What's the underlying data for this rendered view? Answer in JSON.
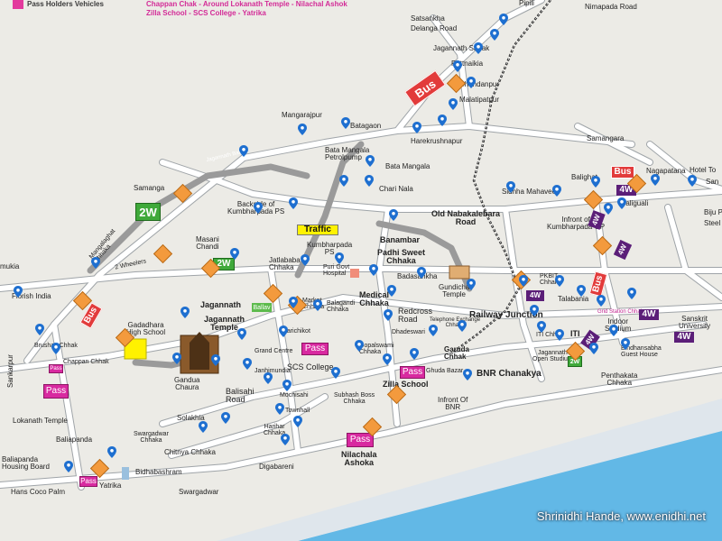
{
  "legend": {
    "header_gray": "Pass Holders Vehicles",
    "header_pink_1": "Chappan Chak - Around Lokanath Temple - Nilachal Ashok",
    "header_pink_2": "Zilla School - SCS College - Yatrika"
  },
  "credit": "Shrinidhi Hande, www.enidhi.net",
  "places": {
    "pipili": "Pipili",
    "nimapada_road": "Nimapada Road",
    "satsankha": "Satsankha",
    "delanga_road": "Delanga Road",
    "jagannath_sadak": "Jagannath Sadak",
    "pattnaikia": "Pattnaikia",
    "chandanpur": "Chandanpur",
    "malatipatpur": "Malatipatpur",
    "mangarajpur": "Mangarajpur",
    "batagaon": "Batagaon",
    "harekrushnapur": "Harekrushnapur",
    "samangara_e": "Samangara",
    "bata_mangala_petrolpump": "Bata Mangala\nPetrolpump",
    "bata_mangala": "Bata Mangala",
    "jagannath_ballav_road": "Jagannath Ballav",
    "chari_nala": "Chari Nala",
    "balighat": "Balighat",
    "nagapatana": "Nagapatana",
    "hotel_to": "Hotel To",
    "san": "San",
    "sidhha_mahaveer": "Sidhha Mahaveer",
    "baliguali": "Baliguali",
    "biju_p": "Biju P",
    "steel": "Steel",
    "samanga_w": "Samanga",
    "backside_kumbharpada": "Backside of\nKumbharpada PS",
    "old_nabakalebara": "Old Nabakalebara\nRoad",
    "infront_kumbharpada_op": "Infront of\nKumbharpada OP",
    "traffic": "Traffic",
    "kumbharpada_ps": "Kumbharpada\nPS",
    "banambar": "Banambar",
    "padhi_sweet_chhaka": "Padhi Sweet\nChhaka",
    "mangalaghat_chhaka": "Mangalaghat\nChhaka",
    "masani_chandi": "Masani\nChandi",
    "two_wheelers": "2 Wheelers",
    "jatlababa_chhaka": "Jatlababa\nChhaka",
    "puri_govt_hospital": "Puri Govt\nHospital",
    "badasankha": "Badasankha",
    "gundicha_temple": "Gundicha\nTemple",
    "pkbit_chhaka": "PKBIT\nChhaka",
    "mukia": "mukia",
    "florish_india": "Florish India",
    "jagannath_top": "Jagannath",
    "jagannath_temple": "Jagannath\nTemple",
    "ballav": "Ballav",
    "market_chhaka": "Market\nChhaka",
    "balagandi_chhaka": "Balagandi\nChhaka",
    "medical_chhaka": "Medical\nChhaka",
    "redcross_road": "Redcross\nRoad",
    "telephone_exchange": "Telephone Exchange\nChhaka",
    "railway_junction": "Railway Junction",
    "talabania": "Talabania",
    "grid_station_chhaka": "Grid Station Chhaka",
    "indoor_stadium": "Indoor\nStadium",
    "sanskrit_university": "Sanskrit\nUniversity",
    "gadadhara_high_school": "Gadadhara\nHigh School",
    "marichikot": "Marichikot",
    "brushav_chhak": "Brushav Chhak",
    "chappan_chhak": "Chappan Chhak",
    "grand_centre": "Grand Centre",
    "gopalswami_chhaka": "Gopalswami\nChhaka",
    "dhadeswari": "Dhadeswari",
    "garuda_chhak": "Garuda\nChhak",
    "iti_chhak": "ITI Chhak",
    "iti": "ITI",
    "bindhansabha_guest_house": "Bindhansabha\nGuest House",
    "scs_college": "SCS College",
    "jagannath_open_studium": "Jagannath\nOpen Studium",
    "sankarpur": "Sankarpur",
    "gandua_chaura": "Gandua\nChaura",
    "janhimundia": "Janhimundia",
    "ghuda_bazar": "Ghuda Bazar",
    "zilla_school": "Zilla School",
    "bnr_chanakya": "BNR Chanakya",
    "penthakata_chhaka": "Penthakata\nChhaka",
    "balisahi_road": "Balisahi\nRoad",
    "mochisahi": "Mochisahi",
    "townhall": "Townhall",
    "subhash_boss_chhaka": "Subhash Boss\nChhaka",
    "infront_of_bnr": "Infront Of\nBNR",
    "lokanath_temple": "Lokanath Temple",
    "solakhia": "Solakhia",
    "swargadwar_chhaka": "Swargadwar\nChhaka",
    "harihar_chhaka": "Harihar\nChhaka",
    "baliapanda": "Baliapanda",
    "chitnya_chhaka": "Chitnya Chhaka",
    "nilachala_ashoka": "Nilachala\nAshoka",
    "baliapanda_housing_board": "Baliapanda\nHousing Board",
    "digabareni": "Digabareni",
    "bidhabashram": "Bidhabashram",
    "hans_coco_palm": "Hans Coco Palm",
    "yatrika": "Yatrika",
    "swargadwar": "Swargadwar"
  },
  "badges": {
    "bus": "Bus",
    "pass": "Pass",
    "four_w": "4W",
    "two_w": "2W"
  },
  "colors": {
    "land": "#ecebe6",
    "road": "#ffffff",
    "road_edge": "#9fa4a8",
    "gray_road": "#9a9a9a",
    "sea": "#62b8e6",
    "pin": "#1e6fd0",
    "pass": "#d82aa0",
    "bus": "#e23b3b",
    "four_wheeler": "#5b1e78",
    "two_wheeler": "#3fa93a"
  }
}
